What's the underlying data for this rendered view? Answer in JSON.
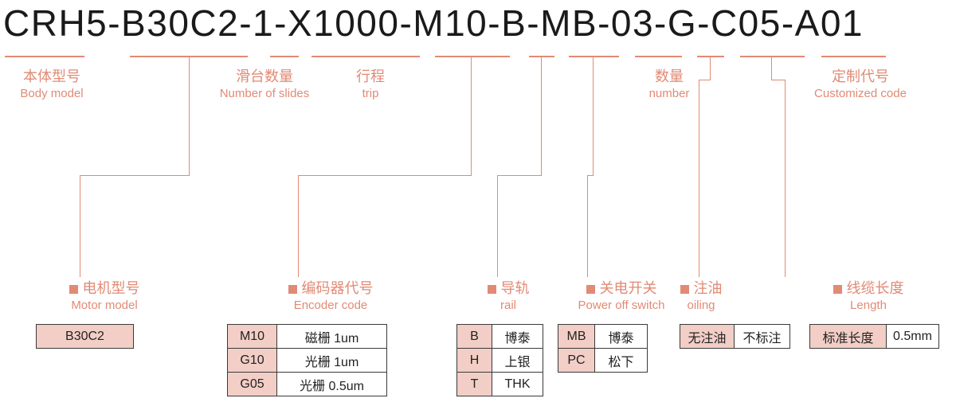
{
  "title": "CRH5-B30C2-1-X1000-M10-B-MB-03-G-C05-A01",
  "code_segments": [
    "CRH5",
    "B30C2",
    "1",
    "X1000",
    "M10",
    "B",
    "MB",
    "03",
    "G",
    "C05",
    "A01"
  ],
  "colors": {
    "accent": "#E18A75",
    "cell_fill": "#F2CEC6",
    "border": "#3A3A3A",
    "ink": "#1A1A1A"
  },
  "top_labels": [
    {
      "zh": "本体型号",
      "en": "Body model"
    },
    {
      "zh": "滑台数量",
      "en": "Number of slides"
    },
    {
      "zh": "行程",
      "en": "trip"
    },
    {
      "zh": "数量",
      "en": "number"
    },
    {
      "zh": "定制代号",
      "en": "Customized code"
    }
  ],
  "bottom_labels": [
    {
      "zh": "电机型号",
      "en": "Motor model"
    },
    {
      "zh": "编码器代号",
      "en": "Encoder code"
    },
    {
      "zh": "导轨",
      "en": "rail"
    },
    {
      "zh": "关电开关",
      "en": "Power off switch"
    },
    {
      "zh": "注油",
      "en": "oiling"
    },
    {
      "zh": "线缆长度",
      "en": "Length"
    }
  ],
  "tables": {
    "motor": [
      [
        "B30C2"
      ]
    ],
    "encoder": [
      [
        "M10",
        "磁栅 1um"
      ],
      [
        "G10",
        "光栅 1um"
      ],
      [
        "G05",
        "光栅 0.5um"
      ]
    ],
    "rail": [
      [
        "B",
        "博泰"
      ],
      [
        "H",
        "上银"
      ],
      [
        "T",
        "THK"
      ]
    ],
    "switch": [
      [
        "MB",
        "博泰"
      ],
      [
        "PC",
        "松下"
      ]
    ],
    "oiling": [
      [
        "无注油",
        "不标注"
      ]
    ],
    "length": [
      [
        "标准长度",
        "0.5mm"
      ]
    ]
  }
}
